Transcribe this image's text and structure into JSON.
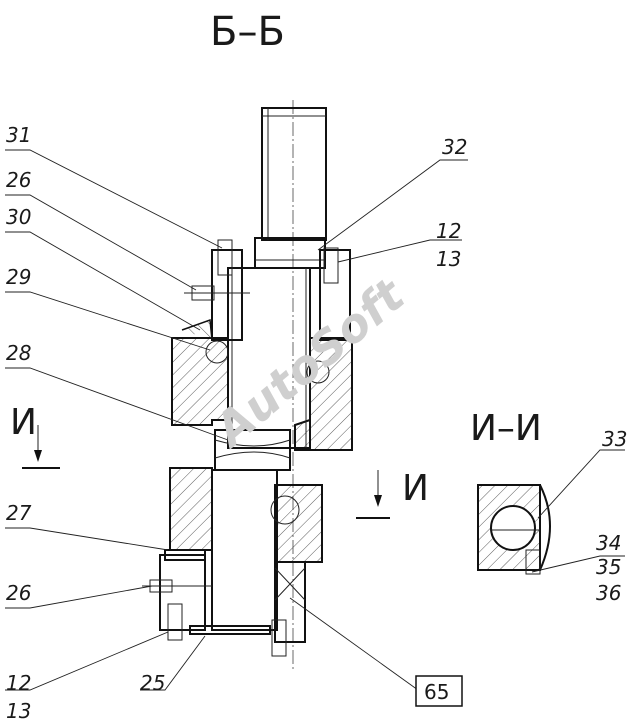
{
  "section_title": "Б–Б",
  "section_view_title": "И–И",
  "cut_mark_left": "И",
  "cut_mark_right": "И",
  "callouts": {
    "c31": "31",
    "c26_top": "26",
    "c30": "30",
    "c29": "29",
    "c28": "28",
    "c27": "27",
    "c26_bottom": "26",
    "c12_bottom": "12",
    "c13_bottom": "13",
    "c25": "25",
    "c32": "32",
    "c12_top": "12",
    "c13_top": "13",
    "c33": "33",
    "c34": "34",
    "c35": "35",
    "c36": "36"
  },
  "tag_box": "65",
  "watermark": "AutoSoft",
  "colors": {
    "line": "#111111",
    "watermark": "#cfcfcf",
    "hatch": "#333333"
  }
}
